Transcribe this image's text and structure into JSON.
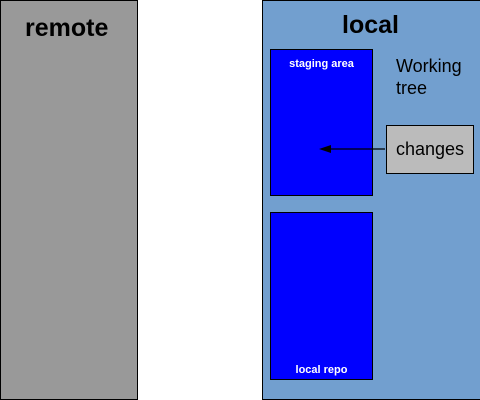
{
  "remote": {
    "title": "remote"
  },
  "local": {
    "title": "local",
    "staging_area_label": "staging area",
    "local_repo_label": "local repo",
    "working_tree_label": "Working tree",
    "changes_label": "changes"
  },
  "arrow": {
    "from": "changes",
    "to": "staging area"
  },
  "colors": {
    "remote_bg": "#999999",
    "local_bg": "#729fcf",
    "box_fill": "#0000ff",
    "changes_fill": "#bbbbbb"
  }
}
